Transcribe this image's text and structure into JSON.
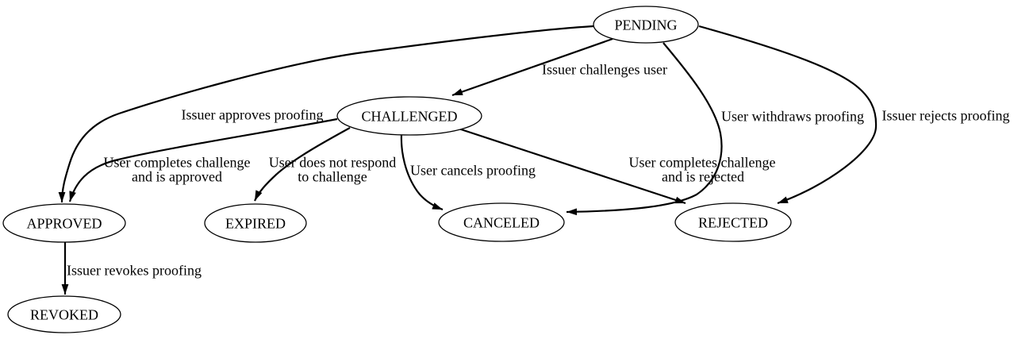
{
  "diagram": {
    "kind": "state-machine",
    "colors": {
      "background": "#ffffff",
      "node_fill": "#ffffff",
      "stroke": "#000000",
      "text": "#000000"
    },
    "nodes": {
      "pending": {
        "label": "PENDING"
      },
      "challenged": {
        "label": "CHALLENGED"
      },
      "approved": {
        "label": "APPROVED"
      },
      "expired": {
        "label": "EXPIRED"
      },
      "canceled": {
        "label": "CANCELED"
      },
      "rejected": {
        "label": "REJECTED"
      },
      "revoked": {
        "label": "REVOKED"
      }
    },
    "edges": {
      "pending_challenged": {
        "from": "PENDING",
        "to": "CHALLENGED",
        "label": "Issuer challenges user"
      },
      "pending_approved": {
        "from": "PENDING",
        "to": "APPROVED",
        "label": "Issuer approves proofing"
      },
      "pending_canceled": {
        "from": "PENDING",
        "to": "CANCELED",
        "label": "User withdraws proofing"
      },
      "pending_rejected": {
        "from": "PENDING",
        "to": "REJECTED",
        "label": "Issuer rejects proofing"
      },
      "challenged_approved": {
        "from": "CHALLENGED",
        "to": "APPROVED",
        "label_line1": "User completes challenge",
        "label_line2": "and is approved"
      },
      "challenged_expired": {
        "from": "CHALLENGED",
        "to": "EXPIRED",
        "label_line1": "User does not respond",
        "label_line2": "to challenge"
      },
      "challenged_canceled": {
        "from": "CHALLENGED",
        "to": "CANCELED",
        "label": "User cancels proofing"
      },
      "challenged_rejected": {
        "from": "CHALLENGED",
        "to": "REJECTED",
        "label_line1": "User completes challenge",
        "label_line2": "and is rejected"
      },
      "approved_revoked": {
        "from": "APPROVED",
        "to": "REVOKED",
        "label": "Issuer revokes proofing"
      }
    }
  }
}
